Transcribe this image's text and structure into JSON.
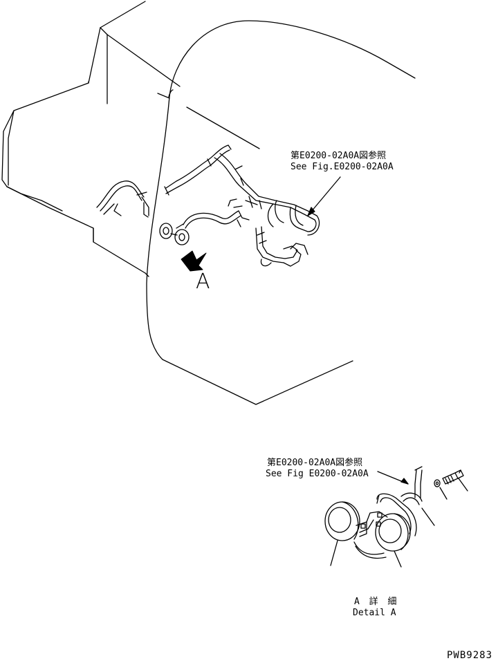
{
  "labels": {
    "ref_top_jp": "第E0200-02A0A図参照",
    "ref_top_en": "See Fig.E0200-02A0A",
    "view_a": "A",
    "ref_bottom_jp": "第E0200-02A0A図参照",
    "ref_bottom_en": "See Fig E0200-02A0A",
    "detail_jp": "A 詳 細",
    "detail_en": "Detail A",
    "drawing_code": "PWB9283"
  }
}
